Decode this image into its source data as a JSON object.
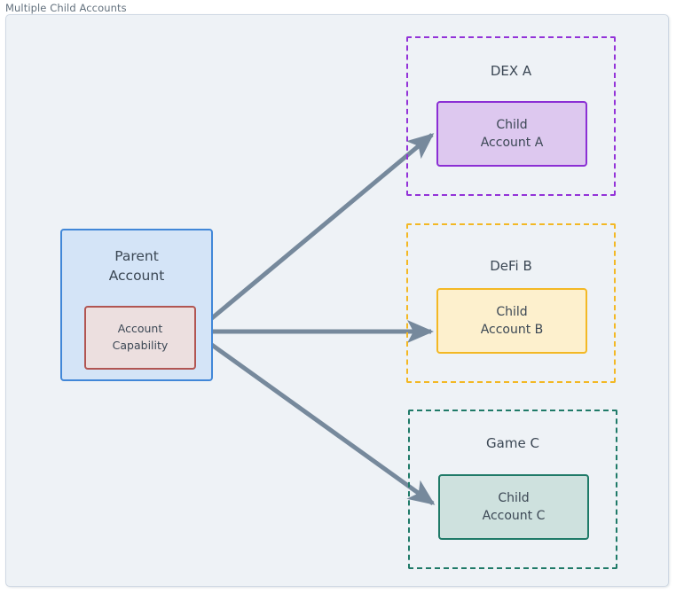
{
  "diagram": {
    "title": "Multiple Child Accounts",
    "parent": {
      "label_line1": "Parent",
      "label_line2": "Account",
      "capability": {
        "label_line1": "Account",
        "label_line2": "Capability"
      },
      "fill": "#d4e4f7",
      "stroke": "#4187d8",
      "capability_fill": "#ecdfdf",
      "capability_stroke": "#b15552"
    },
    "groups": [
      {
        "id": "dex-a",
        "label": "DEX A",
        "stroke": "#9333d8",
        "node": {
          "id": "child-a",
          "label_line1": "Child",
          "label_line2": "Account A",
          "fill": "#ddc8ef",
          "stroke": "#8b2fd4"
        }
      },
      {
        "id": "defi-b",
        "label": "DeFi B",
        "stroke": "#f3b824",
        "node": {
          "id": "child-b",
          "label_line1": "Child",
          "label_line2": "Account B",
          "fill": "#fdf0cd",
          "stroke": "#f3b824"
        }
      },
      {
        "id": "game-c",
        "label": "Game C",
        "stroke": "#1f7a68",
        "node": {
          "id": "child-c",
          "label_line1": "Child",
          "label_line2": "Account C",
          "fill": "#cee1de",
          "stroke": "#1f7a68"
        }
      }
    ],
    "edges": [
      {
        "id": "edge-to-child-a",
        "from": "account-capability",
        "to": "child-a",
        "color": "#76899c"
      },
      {
        "id": "edge-to-child-b",
        "from": "account-capability",
        "to": "child-b",
        "color": "#76899c"
      },
      {
        "id": "edge-to-child-c",
        "from": "account-capability",
        "to": "child-c",
        "color": "#76899c"
      }
    ],
    "canvas": {
      "background": "#eef2f6",
      "border": "#cfd8e3"
    }
  }
}
